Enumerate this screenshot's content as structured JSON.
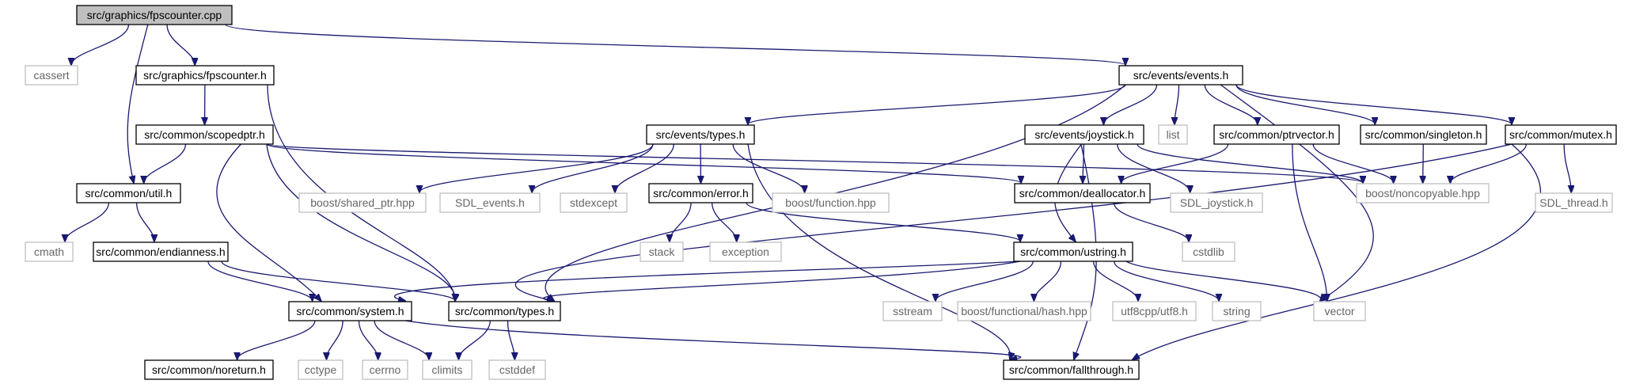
{
  "graph": {
    "nodes": [
      {
        "id": "root",
        "label": "src/graphics/fpscounter.cpp",
        "kind": "root"
      },
      {
        "id": "cassert",
        "label": "cassert",
        "kind": "external"
      },
      {
        "id": "fpsh",
        "label": "src/graphics/fpscounter.h",
        "kind": "internal"
      },
      {
        "id": "events",
        "label": "src/events/events.h",
        "kind": "internal"
      },
      {
        "id": "scopedptr",
        "label": "src/common/scopedptr.h",
        "kind": "internal"
      },
      {
        "id": "etypes",
        "label": "src/events/types.h",
        "kind": "internal"
      },
      {
        "id": "joystick",
        "label": "src/events/joystick.h",
        "kind": "internal"
      },
      {
        "id": "list",
        "label": "list",
        "kind": "external"
      },
      {
        "id": "ptrvector",
        "label": "src/common/ptrvector.h",
        "kind": "internal"
      },
      {
        "id": "singleton",
        "label": "src/common/singleton.h",
        "kind": "internal"
      },
      {
        "id": "mutex",
        "label": "src/common/mutex.h",
        "kind": "internal"
      },
      {
        "id": "util",
        "label": "src/common/util.h",
        "kind": "internal"
      },
      {
        "id": "sharedptr",
        "label": "boost/shared_ptr.hpp",
        "kind": "external"
      },
      {
        "id": "sdlevents",
        "label": "SDL_events.h",
        "kind": "external"
      },
      {
        "id": "stdexcept",
        "label": "stdexcept",
        "kind": "external"
      },
      {
        "id": "error",
        "label": "src/common/error.h",
        "kind": "internal"
      },
      {
        "id": "bfunction",
        "label": "boost/function.hpp",
        "kind": "external"
      },
      {
        "id": "dealloc",
        "label": "src/common/deallocator.h",
        "kind": "internal"
      },
      {
        "id": "sdljoy",
        "label": "SDL_joystick.h",
        "kind": "external"
      },
      {
        "id": "noncopy",
        "label": "boost/noncopyable.hpp",
        "kind": "external"
      },
      {
        "id": "sdlthread",
        "label": "SDL_thread.h",
        "kind": "external"
      },
      {
        "id": "cmath",
        "label": "cmath",
        "kind": "external"
      },
      {
        "id": "endian",
        "label": "src/common/endianness.h",
        "kind": "internal"
      },
      {
        "id": "stack",
        "label": "stack",
        "kind": "external"
      },
      {
        "id": "exception",
        "label": "exception",
        "kind": "external"
      },
      {
        "id": "ustring",
        "label": "src/common/ustring.h",
        "kind": "internal"
      },
      {
        "id": "cstdlib",
        "label": "cstdlib",
        "kind": "external"
      },
      {
        "id": "system",
        "label": "src/common/system.h",
        "kind": "internal"
      },
      {
        "id": "ctypes",
        "label": "src/common/types.h",
        "kind": "internal"
      },
      {
        "id": "sstream",
        "label": "sstream",
        "kind": "external"
      },
      {
        "id": "bhash",
        "label": "boost/functional/hash.hpp",
        "kind": "external"
      },
      {
        "id": "utf8",
        "label": "utf8cpp/utf8.h",
        "kind": "external"
      },
      {
        "id": "string",
        "label": "string",
        "kind": "external"
      },
      {
        "id": "vector",
        "label": "vector",
        "kind": "external"
      },
      {
        "id": "noreturn",
        "label": "src/common/noreturn.h",
        "kind": "internal"
      },
      {
        "id": "cctype",
        "label": "cctype",
        "kind": "external"
      },
      {
        "id": "cerrno",
        "label": "cerrno",
        "kind": "external"
      },
      {
        "id": "climits",
        "label": "climits",
        "kind": "external"
      },
      {
        "id": "cstddef",
        "label": "cstddef",
        "kind": "external"
      },
      {
        "id": "fallthrough",
        "label": "src/common/fallthrough.h",
        "kind": "internal"
      }
    ],
    "edges": [
      [
        "root",
        "cassert"
      ],
      [
        "root",
        "fpsh"
      ],
      [
        "root",
        "events"
      ],
      [
        "root",
        "util"
      ],
      [
        "fpsh",
        "scopedptr"
      ],
      [
        "fpsh",
        "ctypes"
      ],
      [
        "scopedptr",
        "util"
      ],
      [
        "scopedptr",
        "system"
      ],
      [
        "scopedptr",
        "ctypes"
      ],
      [
        "scopedptr",
        "dealloc"
      ],
      [
        "scopedptr",
        "noncopy"
      ],
      [
        "events",
        "etypes"
      ],
      [
        "events",
        "joystick"
      ],
      [
        "events",
        "list"
      ],
      [
        "events",
        "ptrvector"
      ],
      [
        "events",
        "singleton"
      ],
      [
        "events",
        "mutex"
      ],
      [
        "events",
        "ctypes"
      ],
      [
        "events",
        "vector"
      ],
      [
        "etypes",
        "sharedptr"
      ],
      [
        "etypes",
        "sdlevents"
      ],
      [
        "etypes",
        "stdexcept"
      ],
      [
        "etypes",
        "error"
      ],
      [
        "etypes",
        "bfunction"
      ],
      [
        "etypes",
        "fallthrough"
      ],
      [
        "joystick",
        "dealloc"
      ],
      [
        "joystick",
        "sdljoy"
      ],
      [
        "joystick",
        "noncopy"
      ],
      [
        "joystick",
        "ustring"
      ],
      [
        "joystick",
        "fallthrough"
      ],
      [
        "ptrvector",
        "dealloc"
      ],
      [
        "ptrvector",
        "noncopy"
      ],
      [
        "ptrvector",
        "vector"
      ],
      [
        "singleton",
        "noncopy"
      ],
      [
        "mutex",
        "noncopy"
      ],
      [
        "mutex",
        "sdlthread"
      ],
      [
        "mutex",
        "ctypes"
      ],
      [
        "mutex",
        "fallthrough"
      ],
      [
        "util",
        "cmath"
      ],
      [
        "util",
        "endian"
      ],
      [
        "endian",
        "system"
      ],
      [
        "endian",
        "ctypes"
      ],
      [
        "error",
        "stack"
      ],
      [
        "error",
        "exception"
      ],
      [
        "error",
        "ustring"
      ],
      [
        "dealloc",
        "cstdlib"
      ],
      [
        "ustring",
        "system"
      ],
      [
        "ustring",
        "ctypes"
      ],
      [
        "ustring",
        "sstream"
      ],
      [
        "ustring",
        "bhash"
      ],
      [
        "ustring",
        "utf8"
      ],
      [
        "ustring",
        "string"
      ],
      [
        "ustring",
        "vector"
      ],
      [
        "system",
        "noreturn"
      ],
      [
        "system",
        "cctype"
      ],
      [
        "system",
        "cerrno"
      ],
      [
        "system",
        "climits"
      ],
      [
        "system",
        "fallthrough"
      ],
      [
        "ctypes",
        "climits"
      ],
      [
        "ctypes",
        "cstddef"
      ]
    ]
  }
}
